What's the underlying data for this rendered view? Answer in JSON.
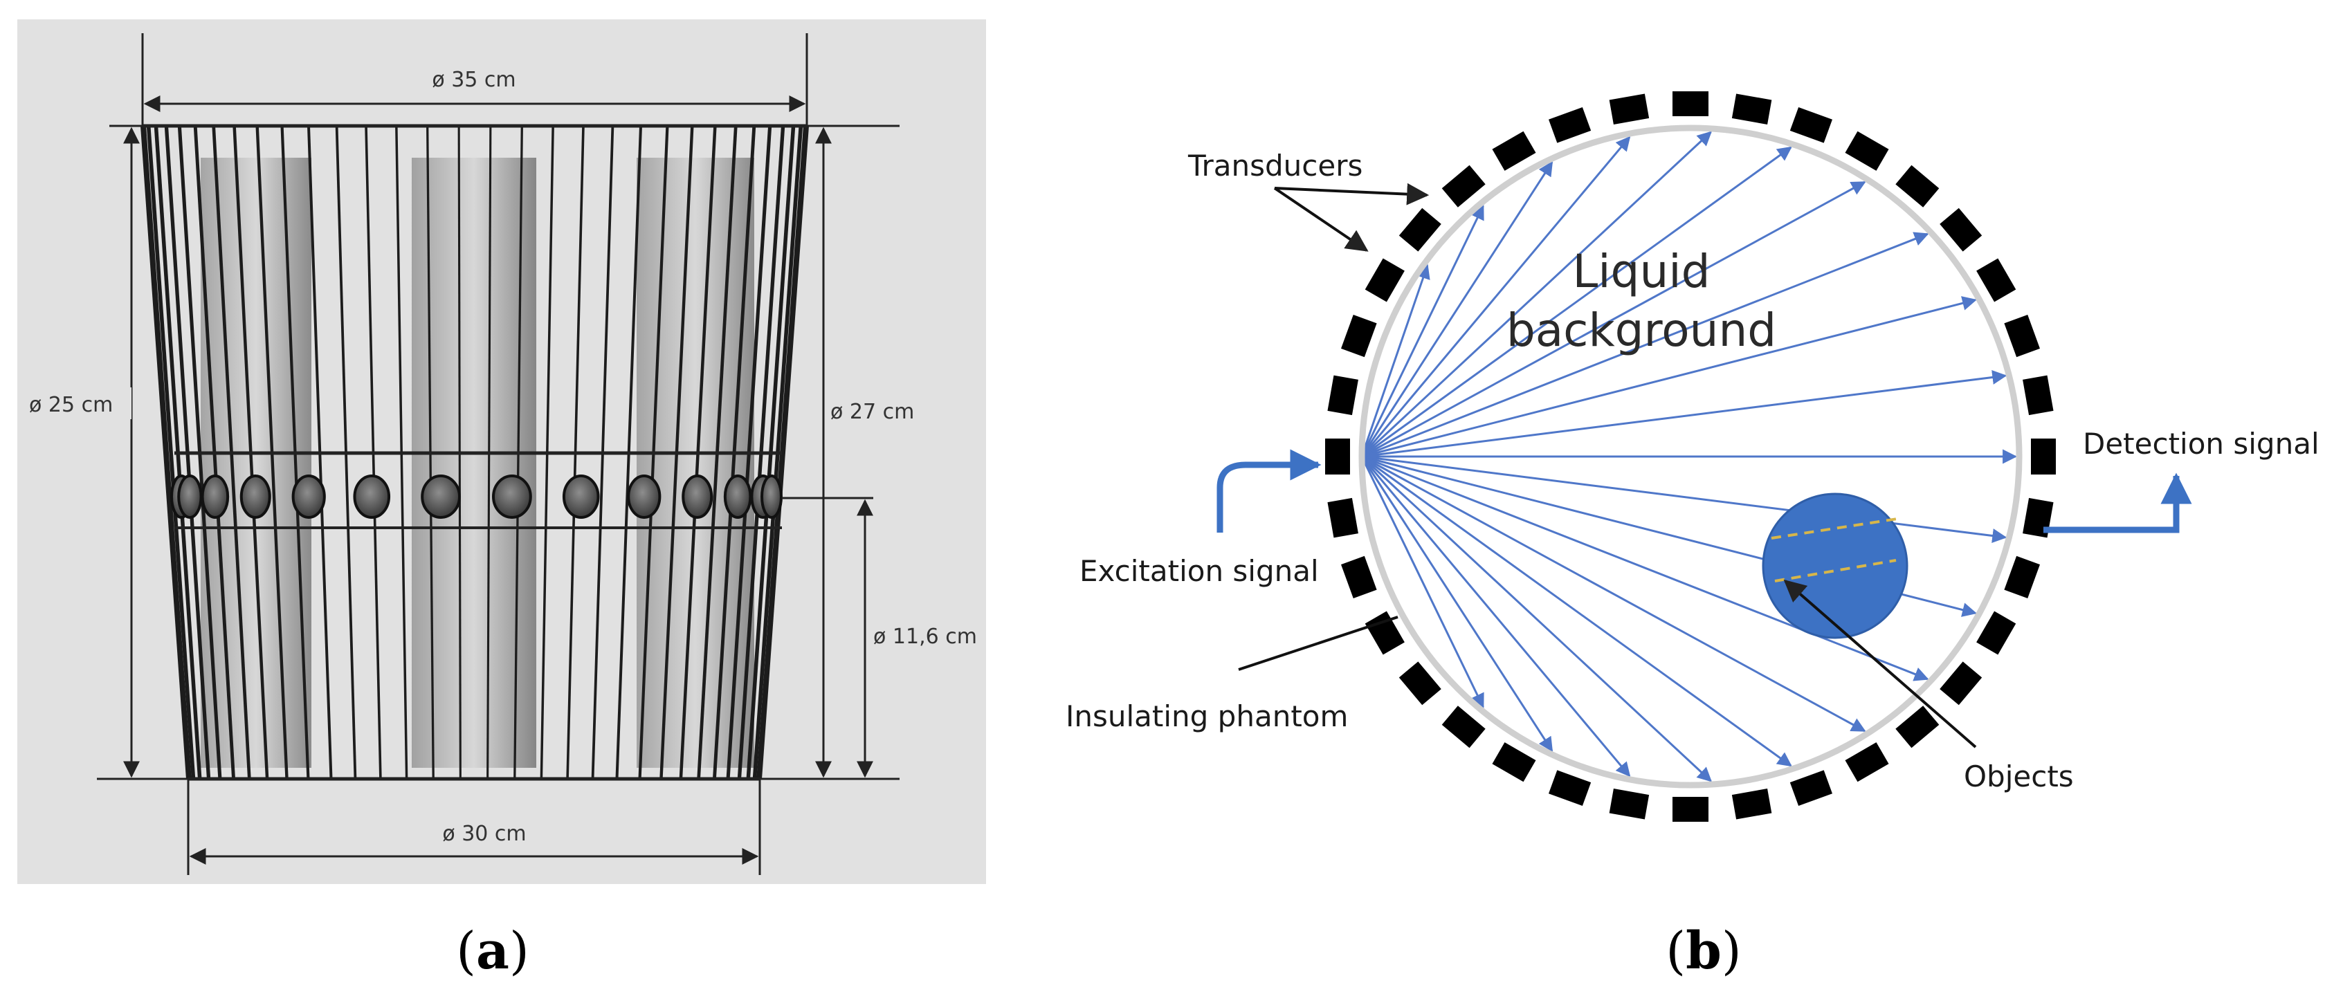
{
  "panel_a": {
    "top_diameter": "ø 35 cm",
    "left_height": "ø 25 cm",
    "right_height": "ø 27 cm",
    "ring_height": "ø 11,6 cm",
    "bottom_diameter": "ø 30 cm",
    "caption_open": "(",
    "caption_letter": "a",
    "caption_close": ")"
  },
  "panel_b": {
    "transducers_label": "Transducers",
    "liquid_line1": "Liquid",
    "liquid_line2": "background",
    "detection_label": "Detection signal",
    "excitation_label": "Excitation signal",
    "insulating_label": "Insulating phantom",
    "objects_label": "Objects",
    "caption_open": "(",
    "caption_letter": "b",
    "caption_close": ")"
  },
  "colors": {
    "ray_blue": "#4f77c9",
    "object_blue": "#3d72c4",
    "transducer_black": "#000000",
    "panel_a_bg": "#e1e1e1"
  }
}
